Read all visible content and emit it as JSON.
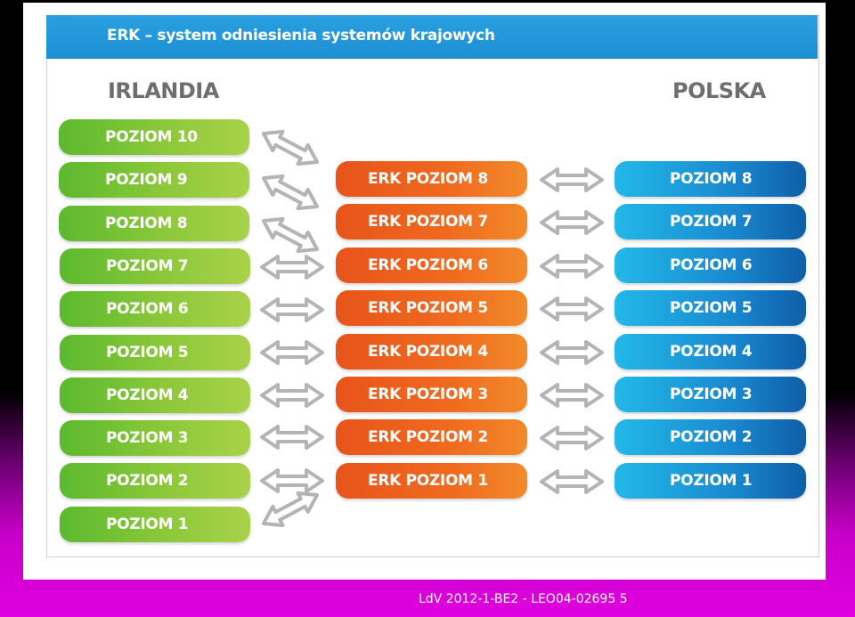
{
  "title": "ERK – system odniesienia systemów krajowych",
  "left_heading": "IRLANDIA",
  "right_heading": "POLSKA",
  "ireland_levels": [
    "POZIOM 10",
    "POZIOM 9",
    "POZIOM 8",
    "POZIOM 7",
    "POZIOM 6",
    "POZIOM 5",
    "POZIOM 4",
    "POZIOM 3",
    "POZIOM 2",
    "POZIOM 1"
  ],
  "erk_levels": [
    "ERK POZIOM 8",
    "ERK POZIOM 7",
    "ERK POZIOM 6",
    "ERK POZIOM 5",
    "ERK POZIOM 4",
    "ERK POZIOM 3",
    "ERK POZIOM 2",
    "ERK POZIOM 1"
  ],
  "poland_levels": [
    "POZIOM 8",
    "POZIOM 7",
    "POZIOM 6",
    "POZIOM 5",
    "POZIOM 4",
    "POZIOM 3",
    "POZIOM 2",
    "POZIOM 1"
  ],
  "footer": "LdV 2012-1-BE2 - LEO04-02695 5",
  "colors": {
    "title_bar": "#1c8fd4",
    "ireland": "#8cc83a",
    "erk": "#f06a1e",
    "poland": "#1a8ad0",
    "arrow": "#b4b4b4",
    "heading": "#6e6e6e"
  }
}
